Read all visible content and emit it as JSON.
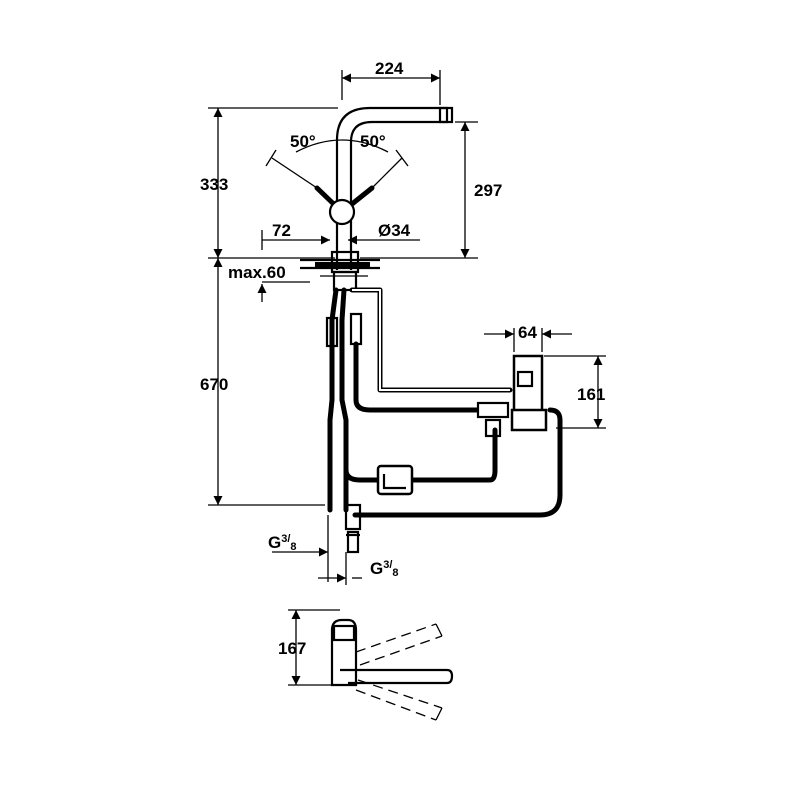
{
  "dimensions": {
    "spout_reach": "224",
    "swivel_left": "50°",
    "swivel_right": "50°",
    "total_height": "333",
    "spout_height": "297",
    "lever_offset": "72",
    "hole_diameter": "Ø34",
    "max_deck": "max.60",
    "hose_length": "670",
    "box_width": "64",
    "box_height": "161",
    "connection_left_base": "G",
    "connection_left_num": "3",
    "connection_left_den": "8",
    "connection_right_base": "G",
    "connection_right_num": "3",
    "connection_right_den": "8",
    "side_height": "167"
  }
}
